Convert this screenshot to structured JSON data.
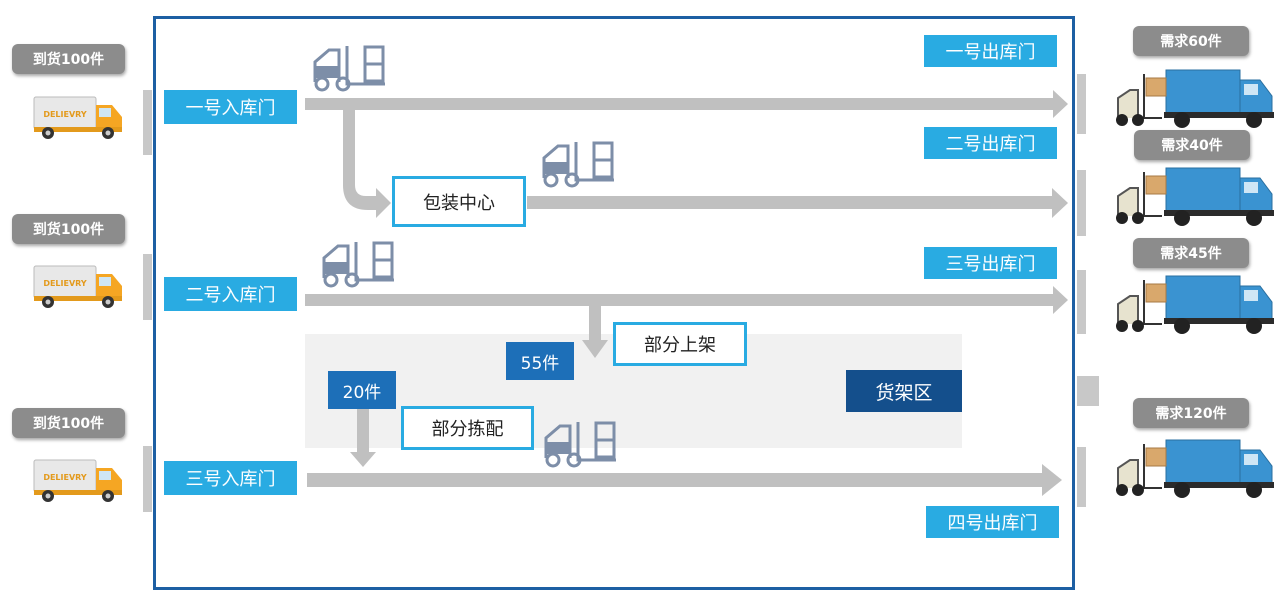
{
  "arrivals": [
    {
      "label": "到货100件",
      "truck_text": "DELIEVRY"
    },
    {
      "label": "到货100件",
      "truck_text": "DELIEVRY"
    },
    {
      "label": "到货100件",
      "truck_text": "DELIEVRY"
    }
  ],
  "inbound_gates": [
    "一号入库门",
    "二号入库门",
    "三号入库门"
  ],
  "outbound_gates": [
    "一号出库门",
    "二号出库门",
    "三号出库门",
    "四号出库门"
  ],
  "demands": [
    "需求60件",
    "需求40件",
    "需求45件",
    "需求120件"
  ],
  "packaging_center": "包装中心",
  "partial_shelving": "部分上架",
  "partial_picking": "部分拣配",
  "shelf_zone": "货架区",
  "qty_shelved": "55件",
  "qty_picked": "20件",
  "colors": {
    "gate_blue": "#29abe2",
    "border_blue": "#1d5fa3",
    "qty_blue": "#1d6fb8",
    "shelf_blue": "#144f8c",
    "flow_gray": "#c0c0c0",
    "badge_gray": "#8c8c8c",
    "truck_orange": "#f5a623",
    "truck_blue": "#3a93d1"
  }
}
